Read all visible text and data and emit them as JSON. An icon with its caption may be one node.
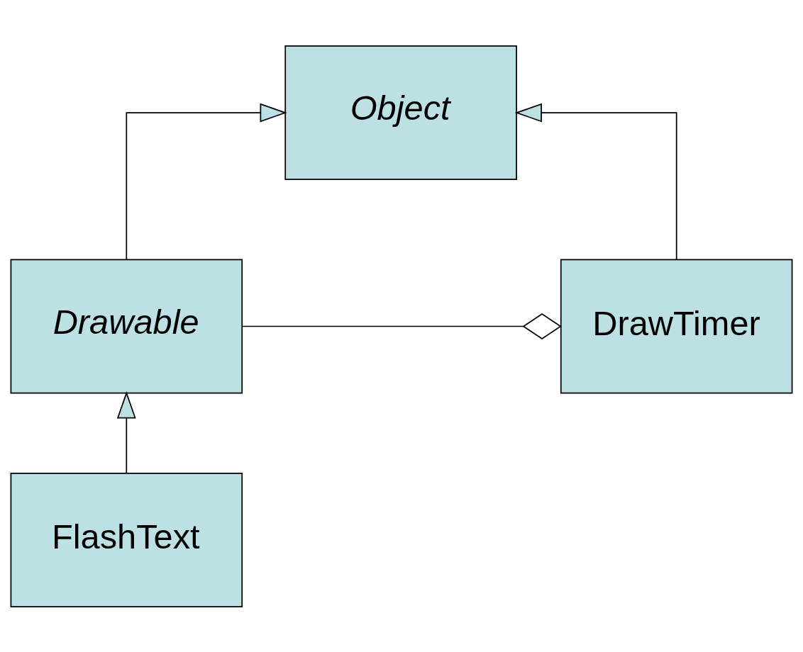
{
  "diagram": {
    "nodes": [
      {
        "text": [
          "Object"
        ]
      },
      {
        "text": [
          "Drawable"
        ]
      },
      {
        "text": [
          "DrawTimer"
        ]
      },
      {
        "text": [
          "FlashText"
        ]
      }
    ],
    "edges": [
      {
        "from": 1,
        "to": 0,
        "arrow": "to"
      },
      {
        "from": 2,
        "to": 0,
        "arrow": "to"
      },
      {
        "from": 3,
        "to": 1,
        "arrow": "to"
      },
      {
        "from": 1,
        "to": 2,
        "arrow": "other"
      }
    ]
  }
}
